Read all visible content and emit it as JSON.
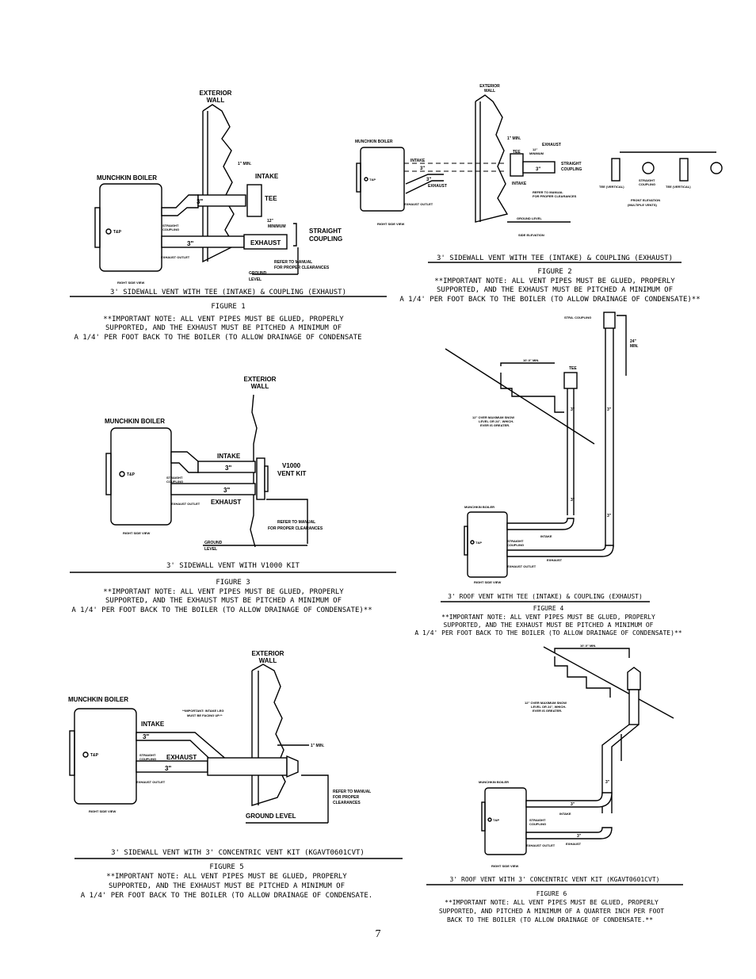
{
  "page_number": "7",
  "fig1": {
    "exterior_wall": [
      "EXTERIOR",
      "WALL"
    ],
    "boiler": "MUNCHKIN BOILER",
    "tp": "T&P",
    "min": "1\" MIN.",
    "intake": "INTAKE",
    "tee": "TEE",
    "pipe_a": "3\"",
    "pipe_b": "3\"",
    "twelve_min": [
      "12\"",
      "MINIMUM"
    ],
    "straight_coupling": [
      "STRAIGHT",
      "COUPLING"
    ],
    "exhaust": "EXHAUST",
    "small_coupling": [
      "STRAIGHT",
      "COUPLING"
    ],
    "exhaust_outlet": "EXHAUST OUTLET",
    "right_side_view": "RIGHT SIDE VIEW",
    "refer": [
      "REFER TO MANUAL",
      "FOR PROPER CLEARANCES"
    ],
    "ground": [
      "GROUND",
      "LEVEL"
    ],
    "caption": "3' SIDEWALL VENT WITH TEE (INTAKE) & COUPLING (EXHAUST)",
    "figure": "FIGURE 1",
    "note": [
      "**IMPORTANT NOTE: ALL VENT PIPES MUST BE GLUED, PROPERLY",
      "SUPPORTED, AND THE EXHAUST MUST BE PITCHED A MINIMUM OF",
      "A 1/4' PER FOOT BACK TO THE BOILER (TO ALLOW DRAINAGE OF CONDENSATE"
    ]
  },
  "fig2": {
    "exterior_wall": [
      "EXTERIOR",
      "WALL"
    ],
    "boiler": "MUNCHKIN BOILER",
    "tp": "T&P",
    "min": "1\" MIN.",
    "exhaust_top": "EXHAUST",
    "tee": "TEE",
    "twelve_min": [
      "12\"",
      "MINIMUM"
    ],
    "intake": "INTAKE",
    "pipe_a": "3\"",
    "pipe_b": "3\"",
    "pipe_c": "3\"",
    "straight_coupling": [
      "STRAIGHT",
      "COUPLING"
    ],
    "exhaust_low": "EXHAUST",
    "intake_low": "INTAKE",
    "refer": [
      "REFER TO MANUAL",
      "FOR PROPER CLEARANCES"
    ],
    "ground": "GROUND LEVEL",
    "exhaust_outlet": "EXHAUST OUTLET",
    "right_side_view": "RIGHT SIDE VIEW",
    "side_elevation": "SIDE ELEVATION",
    "tee_vertical_1": "TEE (VERTICAL)",
    "straight_coupling_small": [
      "STRAIGHT",
      "COUPLING"
    ],
    "tee_vertical_2": "TEE (VERTICAL)",
    "front_elevation": [
      "FRONT ELEVATION",
      "(MULTIPLE VENTS)"
    ],
    "caption": "3' SIDEWALL VENT WITH TEE (INTAKE) & COUPLING (EXHAUST)",
    "figure": "FIGURE 2",
    "note": [
      "**IMPORTANT NOTE: ALL VENT PIPES MUST BE GLUED, PROPERLY",
      "SUPPORTED, AND THE EXHAUST MUST BE PITCHED A MINIMUM OF",
      "A 1/4' PER FOOT BACK TO THE BOILER (TO ALLOW DRAINAGE OF CONDENSATE)**"
    ]
  },
  "fig3": {
    "exterior_wall": [
      "EXTERIOR",
      "WALL"
    ],
    "boiler": "MUNCHKIN BOILER",
    "tp": "T&P",
    "intake": "INTAKE",
    "pipe_a": "3\"",
    "pipe_b": "3\"",
    "kit": [
      "V1000",
      "VENT KIT"
    ],
    "straight_coupling": [
      "STRAIGHT",
      "COUPLING"
    ],
    "exhaust": "EXHAUST",
    "exhaust_outlet": "EXHAUST OUTLET",
    "right_side_view": "RIGHT SIDE VIEW",
    "refer": [
      "REFER TO MANUAL",
      "FOR PROPER CLEARANCES"
    ],
    "ground": [
      "GROUND",
      "LEVEL"
    ],
    "caption": "3' SIDEWALL VENT WITH V1000 KIT",
    "figure": "FIGURE 3",
    "note": [
      "**IMPORTANT NOTE: ALL VENT PIPES MUST BE GLUED, PROPERLY",
      "SUPPORTED, AND THE EXHAUST MUST BE PITCHED A MINIMUM OF",
      "A 1/4' PER FOOT BACK TO THE BOILER (TO ALLOW DRAINAGE OF CONDENSATE)**"
    ]
  },
  "fig4": {
    "coupling": "STRA. COUPLING",
    "twenty_four": [
      "24\"",
      "MIN."
    ],
    "ten_ft": "10'-0\" MIN.",
    "tee": "TEE",
    "snow": [
      "12\" OVER MAXIMUM SNOW",
      "LEVEL OR 24\", WHICH-",
      "EVER IS GREATER."
    ],
    "pipe_labels": [
      "3\"",
      "3\"",
      "3\"",
      "3\"",
      "3\"",
      "3\""
    ],
    "boiler": "MUNCHKIN BOILER",
    "tp": "T&P",
    "intake": "INTAKE",
    "straight_coupling": [
      "STRAIGHT",
      "COUPLING"
    ],
    "exhaust": "EXHAUST",
    "exhaust_outlet": "EXHAUST OUTLET",
    "right_side_view": "RIGHT SIDE VIEW",
    "caption": "3' ROOF VENT WITH TEE (INTAKE) & COUPLING (EXHAUST)",
    "figure": "FIGURE 4",
    "note": [
      "**IMPORTANT NOTE: ALL VENT PIPES MUST BE GLUED, PROPERLY",
      "SUPPORTED, AND THE EXHAUST MUST BE PITCHED A MINIMUM OF",
      "A 1/4' PER FOOT BACK TO THE BOILER (TO ALLOW DRAINAGE OF CONDENSATE)**"
    ]
  },
  "fig5": {
    "exterior_wall": [
      "EXTERIOR",
      "WALL"
    ],
    "boiler": "MUNCHKIN BOILER",
    "tp": "T&P",
    "important": [
      "**IMPORTANT: INTAKE LEG",
      "MUST BE FACING UP.**"
    ],
    "intake": "INTAKE",
    "pipe_a": "3\"",
    "pipe_b": "3\"",
    "min": "1\" MIN.",
    "straight_coupling": [
      "STRAIGHT",
      "COUPLING"
    ],
    "exhaust": "EXHAUST",
    "exhaust_outlet": "EXHAUST OUTLET",
    "right_side_view": "RIGHT SIDE VIEW",
    "refer": [
      "REFER TO MANUAL",
      "FOR PROPER",
      "CLEARANCES"
    ],
    "ground": "GROUND LEVEL",
    "caption": "3' SIDEWALL VENT WITH 3' CONCENTRIC VENT KIT (KGAVT0601CVT)",
    "figure": "FIGURE 5",
    "note": [
      "**IMPORTANT NOTE: ALL VENT PIPES MUST BE GLUED, PROPERLY",
      "SUPPORTED, AND THE EXHAUST MUST BE PITCHED A MINIMUM OF",
      "A 1/4' PER FOOT BACK TO THE BOILER (TO ALLOW DRAINAGE OF CONDENSATE."
    ]
  },
  "fig6": {
    "ten_ft": "10'-0\" MIN.",
    "snow": [
      "12\" OVER MAXIMUM SNOW",
      "LEVEL OR 24\", WHICH-",
      "EVER IS GREATER."
    ],
    "boiler": "MUNCHKIN BOILER",
    "tp": "T&P",
    "pipe_labels": [
      "3\"",
      "3\"",
      "3\""
    ],
    "intake": "INTAKE",
    "straight_coupling": [
      "STRAIGHT",
      "COUPLING"
    ],
    "exhaust": "EXHAUST",
    "exhaust_outlet": "EXHAUST OUTLET",
    "right_side_view": "RIGHT SIDE VIEW",
    "caption": "3' ROOF VENT WITH 3' CONCENTRIC VENT KIT (KGAVT0601CVT)",
    "figure": "FIGURE 6",
    "note": [
      "**IMPORTANT NOTE: ALL VENT PIPES MUST BE GLUED, PROPERLY",
      "SUPPORTED, AND PITCHED A MINIMUM OF A QUARTER INCH PER FOOT",
      "BACK TO THE BOILER (TO ALLOW DRAINAGE OF CONDENSATE.**"
    ]
  }
}
